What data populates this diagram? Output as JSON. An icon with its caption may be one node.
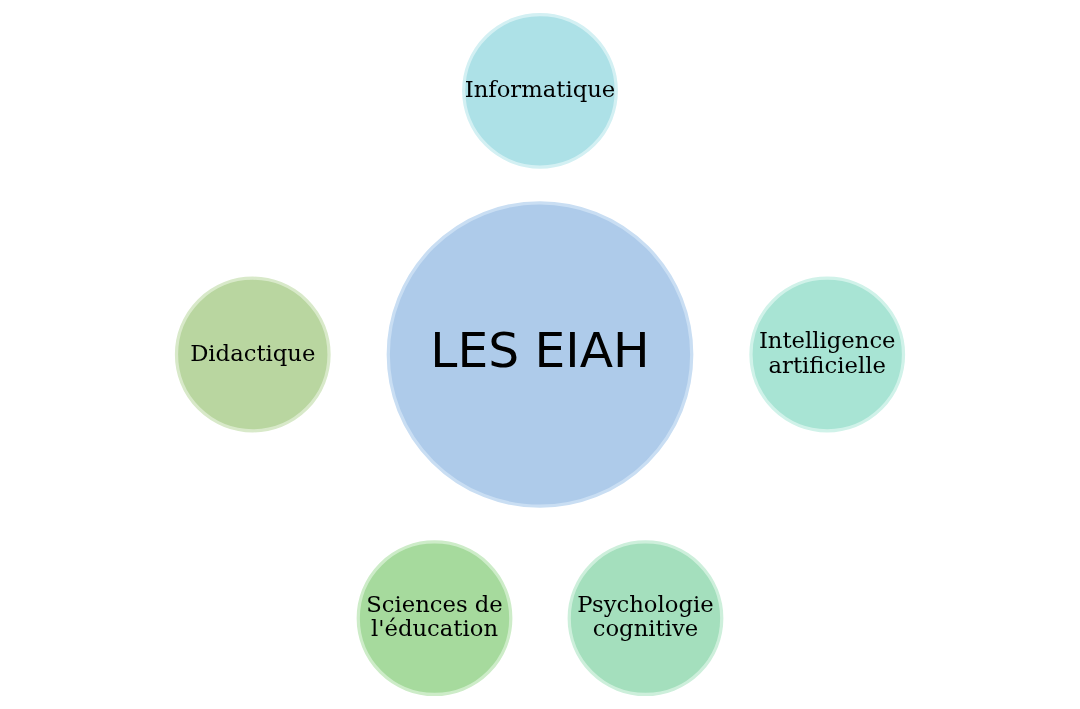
{
  "diagram": {
    "nodes": [
      {
        "text": [
          "LES EIAH"
        ]
      },
      {
        "text": [
          "Informatique"
        ]
      },
      {
        "text": [
          "Intelligence artificielle"
        ]
      },
      {
        "text": [
          "Psychologie cognitive"
        ]
      },
      {
        "text": [
          "Sciences de l'éducation"
        ]
      },
      {
        "text": [
          "Didactique"
        ]
      }
    ]
  }
}
